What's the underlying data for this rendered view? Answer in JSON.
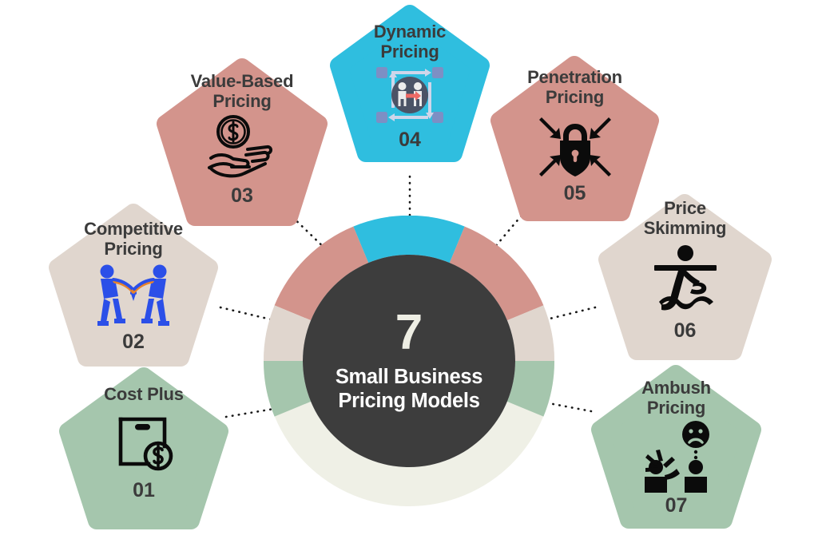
{
  "hub": {
    "number": "7",
    "title": "Small Business\nPricing Models",
    "core_color": "#3d3d3d",
    "number_color": "#eeeee4",
    "title_color": "#ffffff"
  },
  "palette": {
    "cyan": "#2fbedf",
    "salmon": "#d3948c",
    "taupe": "#e0d6ce",
    "green": "#a5c6ad",
    "cream": "#eff0e6",
    "dark": "#3d3d3d",
    "text_dark": "#3b3b3b",
    "connector": "#1a1a1a",
    "white": "#ffffff"
  },
  "chart_data": {
    "type": "pie",
    "title": "Small Business Pricing Models",
    "center_value": "7",
    "legend_position": "external-pentagons",
    "categories": [
      "Cost Plus",
      "Competitive Pricing",
      "Value-Based Pricing",
      "Dynamic Pricing",
      "Penetration Pricing",
      "Price Skimming",
      "Ambush Pricing"
    ],
    "values": [
      1,
      1,
      1,
      1,
      1,
      1,
      1
    ],
    "segment_colors": [
      "#a5c6ad",
      "#e0d6ce",
      "#d3948c",
      "#2fbedf",
      "#d3948c",
      "#e0d6ce",
      "#a5c6ad"
    ],
    "ring_extra_segment_color": "#eff0e6",
    "ring_inner_radius": 133,
    "ring_outer_radius": 182
  },
  "nodes": [
    {
      "id": "01",
      "label": "Cost Plus",
      "number": "01",
      "color": "#a5c6ad",
      "icon": "shopping-bag-dollar-icon"
    },
    {
      "id": "02",
      "label": "Competitive\nPricing",
      "number": "02",
      "color": "#e0d6ce",
      "icon": "tug-of-war-icon"
    },
    {
      "id": "03",
      "label": "Value-Based\nPricing",
      "number": "03",
      "color": "#d3948c",
      "icon": "hand-holding-coin-icon"
    },
    {
      "id": "04",
      "label": "Dynamic\nPricing",
      "number": "04",
      "color": "#2fbedf",
      "icon": "cycle-people-exchange-icon"
    },
    {
      "id": "05",
      "label": "Penetration\nPricing",
      "number": "05",
      "color": "#d3948c",
      "icon": "padlock-shield-arrows-icon"
    },
    {
      "id": "06",
      "label": "Price\nSkimming",
      "number": "06",
      "color": "#e0d6ce",
      "icon": "water-skier-icon"
    },
    {
      "id": "07",
      "label": "Ambush\nPricing",
      "number": "07",
      "color": "#a5c6ad",
      "icon": "person-shouting-sad-face-icon"
    }
  ]
}
